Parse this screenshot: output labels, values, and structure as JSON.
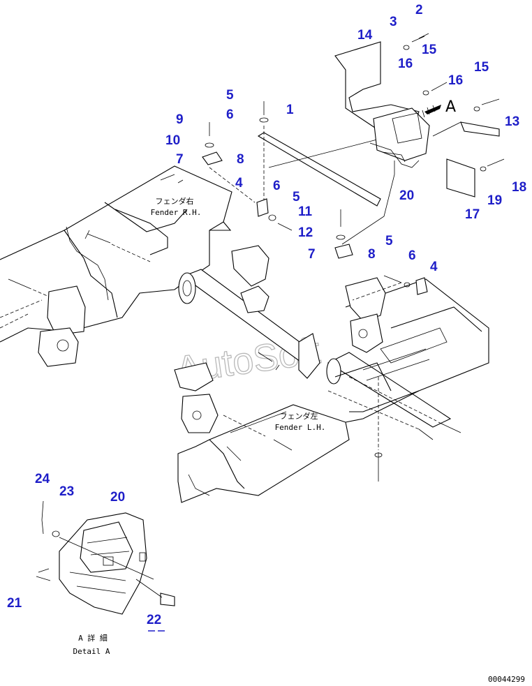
{
  "colors": {
    "callout": "#1e1ec8",
    "line": "#000000",
    "watermark": "#8a8a8a"
  },
  "watermark": "AutoSoft",
  "labels": {
    "fender_rh_jp": "フェンダ右",
    "fender_rh_en": "Fender R.H.",
    "fender_lh_jp": "フェンダ左",
    "fender_lh_en": "Fender L.H.",
    "view_marker": "A",
    "detail_jp": "A 詳 細",
    "detail_en": "Detail A",
    "drawing_number": "00044299"
  },
  "callouts": {
    "c1": "1",
    "c2": "2",
    "c3": "3",
    "c4a": "4",
    "c4b": "4",
    "c5a": "5",
    "c5b": "5",
    "c5c": "5",
    "c6a": "6",
    "c6b": "6",
    "c6c": "6",
    "c7a": "7",
    "c7b": "7",
    "c8a": "8",
    "c8b": "8",
    "c9": "9",
    "c10": "10",
    "c11": "11",
    "c12": "12",
    "c13": "13",
    "c14": "14",
    "c15a": "15",
    "c15b": "15",
    "c16a": "16",
    "c16b": "16",
    "c17": "17",
    "c18": "18",
    "c19": "19",
    "c20a": "20",
    "c20b": "20",
    "c21": "21",
    "c22": "22",
    "c23": "23",
    "c24": "24"
  }
}
